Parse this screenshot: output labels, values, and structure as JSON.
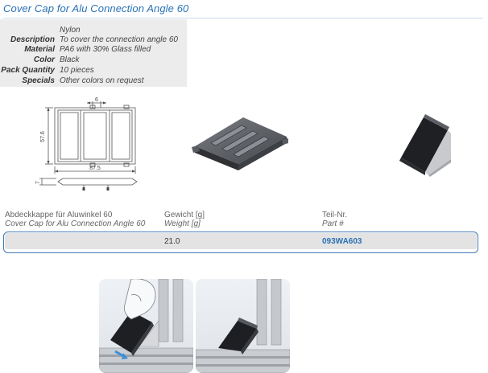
{
  "header": {
    "title": "Cover Cap for Alu Connection Angle 60"
  },
  "specs": {
    "material_note": "Nylon",
    "rows": [
      {
        "label": "Description",
        "value": "To cover the connection angle 60"
      },
      {
        "label": "Material",
        "value": "PA6 with 30% Glass filled"
      },
      {
        "label": "Color",
        "value": "Black"
      },
      {
        "label": "Pack Quantity",
        "value": "10 pieces"
      },
      {
        "label": "Specials",
        "value": "Other colors on request"
      }
    ]
  },
  "drawing": {
    "dim_top": "6",
    "dim_height": "57.6",
    "dim_width": "87.5",
    "dim_side": "7"
  },
  "table": {
    "columns": [
      {
        "de": "Abdeckkappe für Aluwinkel 60",
        "en": "Cover Cap for Alu Connection Angle 60"
      },
      {
        "de": "Gewicht [g]",
        "en": "Weight [g]"
      },
      {
        "de": "Teil-Nr.",
        "en": "Part #"
      }
    ],
    "row": {
      "weight": "21.0",
      "part": "093WA603"
    }
  },
  "colors": {
    "accent": "#2a72b5",
    "frame": "#3d7ab8",
    "spec_bg": "#ececec",
    "row_bg": "#e3e3e3"
  }
}
